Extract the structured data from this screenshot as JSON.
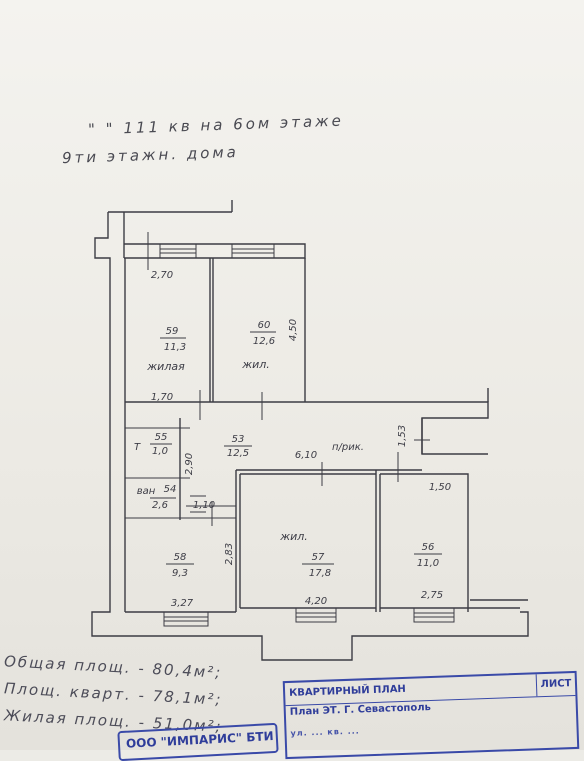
{
  "header": {
    "line1": "\" \" 111 кв на 6ом этаже",
    "line2": "9ти этажн. дома"
  },
  "rooms": [
    {
      "id": "59",
      "area": "11,3",
      "name": "жилая"
    },
    {
      "id": "60",
      "area": "12,6",
      "name": "жил."
    },
    {
      "id": "53",
      "area": "12,5",
      "name": ""
    },
    {
      "id": "55",
      "area": "1,0",
      "name": "Т"
    },
    {
      "id": "54",
      "area": "2,6",
      "name": "ван"
    },
    {
      "id": "58",
      "area": "9,3",
      "name": ""
    },
    {
      "id": "57",
      "area": "17,8",
      "name": "жил."
    },
    {
      "id": "56",
      "area": "11,0",
      "name": ""
    }
  ],
  "dimensions": {
    "d_270": "2,70",
    "d_450": "4,50",
    "d_170": "1,70",
    "d_610": "6,10",
    "d_153": "1,53",
    "d_290": "2,90",
    "d_150": "1,50",
    "d_110": "1,10",
    "d_283": "2,83",
    "d_327": "3,27",
    "d_420": "4,20",
    "d_275": "2,75"
  },
  "corridor_label": "п/рик.",
  "notes": {
    "total": "Общая площ. - 80,4м²;",
    "apartment": "Площ. кварт. - 78,1м²;",
    "living": "Жилая площ. - 51,0м²;"
  },
  "stamps": {
    "left": "ООО \"ИМПАРИС\" БТИ",
    "right_row1": "КВАРТИРНЫЙ ПЛАН",
    "right_row1_cell": "ЛИСТ",
    "right_row2": "План ЭТ.   Г. Севастополь",
    "right_row3": "ул. ...  кв. ..."
  }
}
